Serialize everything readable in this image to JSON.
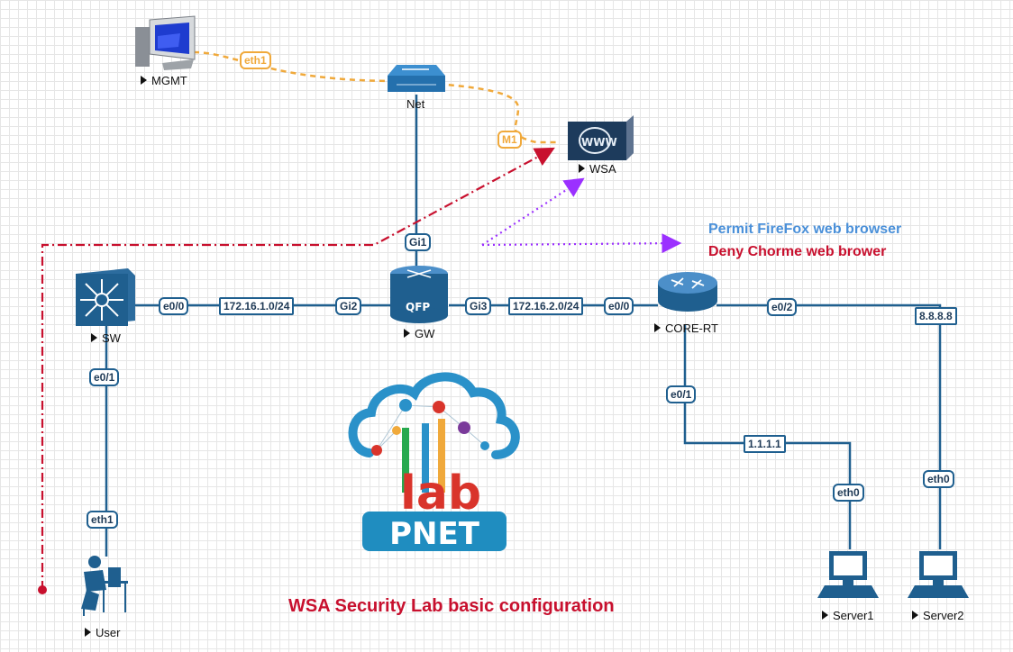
{
  "nodes": {
    "mgmt": "MGMT",
    "net": "Net",
    "wsa": "WSA",
    "sw": "SW",
    "gw": "GW",
    "core_rt": "CORE-RT",
    "user": "User",
    "server1": "Server1",
    "server2": "Server2"
  },
  "links": {
    "mgmt_eth1": "eth1",
    "wsa_m1": "M1",
    "gw_gi1": "Gi1",
    "sw_e00": "e0/0",
    "net_172_16_1": "172.16.1.0/24",
    "gw_gi2": "Gi2",
    "gw_gi3": "Gi3",
    "net_172_16_2": "172.16.2.0/24",
    "core_e00": "e0/0",
    "core_e02": "e0/2",
    "ip_8888": "8.8.8.8",
    "core_e01": "e0/1",
    "ip_1111": "1.1.1.1",
    "server1_eth0": "eth0",
    "server2_eth0": "eth0",
    "sw_e01": "e0/1",
    "user_eth1": "eth1"
  },
  "policy": {
    "permit": "Permit FireFox web browser",
    "deny": "Deny Chorme web brower"
  },
  "logo": {
    "text_top": "lab",
    "text_bottom": "PNET"
  },
  "title": "WSA Security Lab basic configuration",
  "colors": {
    "link_line": "#1f5f8f",
    "mgmt_line": "#f0a93b",
    "permit": "#4a90d9",
    "deny": "#c8102e",
    "title": "#c8102e",
    "proxy_arrow": "#c8102e",
    "policy_arrow": "#9b30ff"
  }
}
